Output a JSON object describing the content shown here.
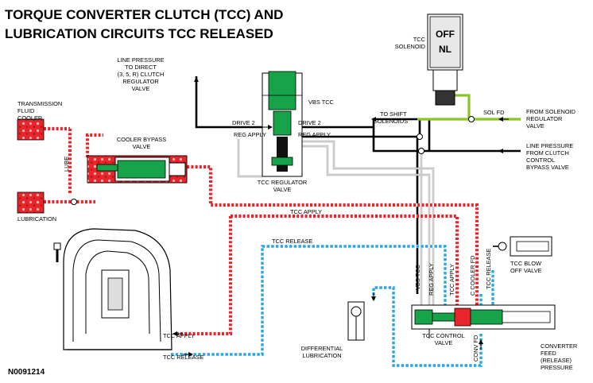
{
  "title_line1": "TORQUE CONVERTER CLUTCH (TCC) AND",
  "title_line2": "LUBRICATION CIRCUITS TCC RELEASED",
  "figure_id": "N0091214",
  "solenoid": {
    "label_line1": "TCC",
    "label_line2": "SOLENOID",
    "state_top": "OFF",
    "state_bottom": "NL"
  },
  "labels": {
    "line_pressure_1": "LINE PRESSURE",
    "line_pressure_2": "TO DIRECT",
    "line_pressure_3": "(3, 5, R) CLUTCH",
    "line_pressure_4": "REGULATOR",
    "line_pressure_5": "VALVE",
    "trans_cooler_1": "TRANSMISSION",
    "trans_cooler_2": "FLUID",
    "trans_cooler_3": "COOLER",
    "cooler_bypass_1": "COOLER BYPASS",
    "cooler_bypass_2": "VALVE",
    "lube": "LUBE",
    "lubrication": "LUBRICATION",
    "vbs_tcc": "VBS TCC",
    "drive2_left": "DRIVE 2",
    "drive2_right": "DRIVE 2",
    "reg_apply_left": "REG APPLY",
    "reg_apply_right": "REG APPLY",
    "tcc_reg_valve_1": "TCC REGULATOR",
    "tcc_reg_valve_2": "VALVE",
    "to_shift_1": "TO SHIFT",
    "to_shift_2": "SOLENOIDS",
    "sol_fd": "SOL FD",
    "from_sol_reg_1": "FROM SOLENOID",
    "from_sol_reg_2": "REGULATOR",
    "from_sol_reg_3": "VALVE",
    "line_from_clutch_1": "LINE PRESSURE",
    "line_from_clutch_2": "FROM CLUTCH",
    "line_from_clutch_3": "CONTROL",
    "line_from_clutch_4": "BYPASS VALVE",
    "tcc_apply_mid": "TCC APPLY",
    "tcc_release_mid": "TCC RELEASE",
    "tcc_blowoff_1": "TCC BLOW",
    "tcc_blowoff_2": "OFF VALVE",
    "v_vbs_tcc": "VBS TCC",
    "v_reg_apply": "REG APPLY",
    "v_tcc_apply": "TCC APPLY",
    "v_c_cooler_fd": "C COOLER FD",
    "v_tcc_release": "TCC RELEASE",
    "v_conv_fd": "CONV FD",
    "tcc_control_1": "TCC CONTROL",
    "tcc_control_2": "VALVE",
    "differential_1": "DIFFERENTIAL",
    "differential_2": "LUBRICATION",
    "tcc_apply_bottom": "TCC APPLY",
    "tcc_release_bottom": "TCC RELEASE",
    "converter_feed_1": "CONVERTER",
    "converter_feed_2": "FEED",
    "converter_feed_3": "(RELEASE)",
    "converter_feed_4": "PRESSURE"
  },
  "colors": {
    "apply_fluid": "#e8252b",
    "release_fluid": "#29a6df",
    "valve_green": "#16a34a",
    "solenoid_feed": "#8ac426",
    "line_pressure": "#000000",
    "regulated": "#9a9a9a"
  }
}
